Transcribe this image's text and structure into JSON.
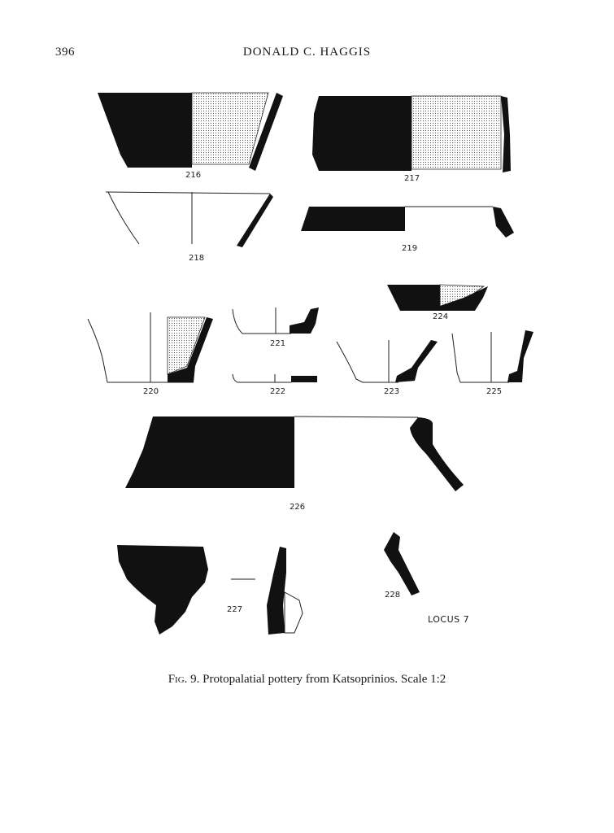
{
  "header": {
    "page_number": "396",
    "running_head": "DONALD C. HAGGIS"
  },
  "figure": {
    "labels": {
      "n216": "216",
      "n217": "217",
      "n218": "218",
      "n219": "219",
      "n220": "220",
      "n221": "221",
      "n222": "222",
      "n223": "223",
      "n224": "224",
      "n225": "225",
      "n226": "226",
      "n227": "227",
      "n228": "228"
    },
    "locus": "LOCUS 7"
  },
  "caption": {
    "fig_prefix": "Fig.",
    "fig_number": " 9.",
    "text": " Protopalatial pottery from Katsoprinios. Scale 1:2"
  }
}
